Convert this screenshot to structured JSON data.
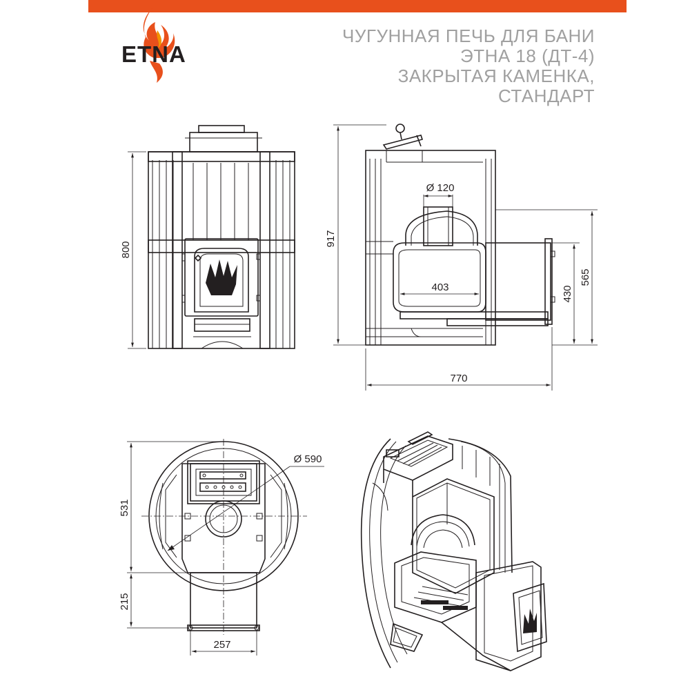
{
  "brand": {
    "logo_text": "ETNA",
    "accent_color": "#e8501c",
    "flame_colors": [
      "#e8501c",
      "#f39200"
    ]
  },
  "title": {
    "lines": [
      "ЧУГУННАЯ ПЕЧЬ ДЛЯ БАНИ",
      "ЭТНА 18 (ДТ-4)",
      "ЗАКРЫТАЯ КАМЕНКА,",
      "СТАНДАРТ"
    ],
    "color": "#a0a0a0"
  },
  "views": {
    "front": {
      "height_label": "800"
    },
    "side": {
      "height_label": "917",
      "flue_diameter_label": "Ø 120",
      "firebox_depth_label": "403",
      "tunnel_height_label": "430",
      "tunnel_top_label": "565",
      "length_label": "770"
    },
    "top": {
      "diameter_label": "Ø 590",
      "body_depth_label": "531",
      "tunnel_length_label": "215",
      "tunnel_width_label": "257"
    },
    "isometric": {
      "icon": "stove-cutaway-icon"
    }
  }
}
